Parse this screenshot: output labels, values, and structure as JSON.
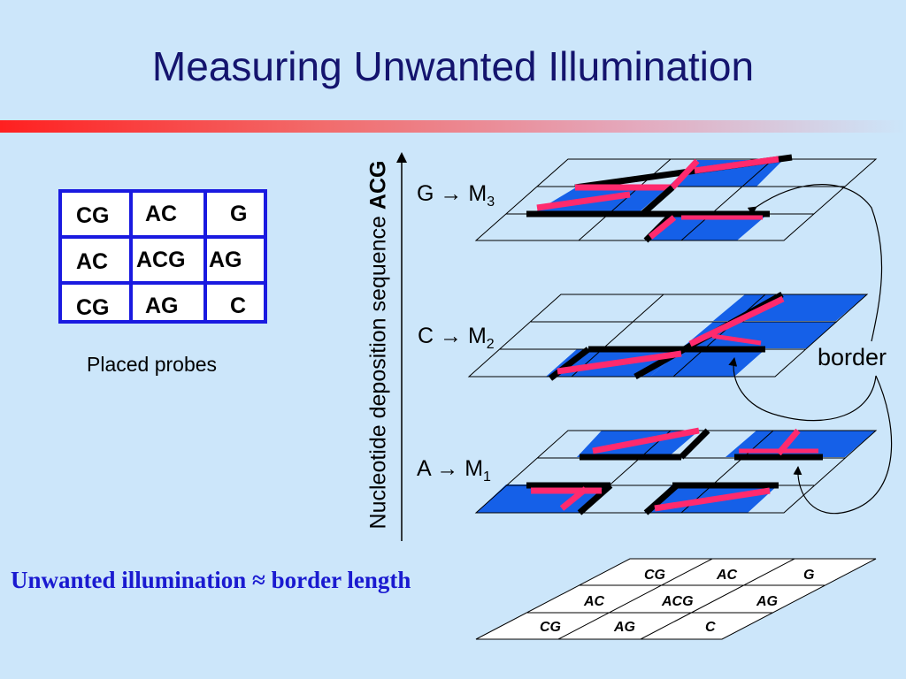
{
  "title": "Measuring Unwanted Illumination",
  "probe_grid": {
    "rows": [
      [
        "CG",
        "AC",
        "G"
      ],
      [
        "AC",
        "ACG",
        "AG"
      ],
      [
        "CG",
        "AG",
        "C"
      ]
    ]
  },
  "caption": "Placed probes",
  "axis_label": {
    "text": "Nucleotide deposition sequence ",
    "bold": "ACG"
  },
  "layers": [
    {
      "nucleotide": "G",
      "arrow": "→",
      "mask": "M",
      "sub": "3"
    },
    {
      "nucleotide": "C",
      "arrow": "→",
      "mask": "M",
      "sub": "2"
    },
    {
      "nucleotide": "A",
      "arrow": "→",
      "mask": "M",
      "sub": "1"
    }
  ],
  "border_label": "border",
  "bottom_text": "Unwanted illumination ≈ border length",
  "bottom_grid": {
    "rows": [
      [
        "CG",
        "AC",
        "G"
      ],
      [
        "AC",
        "ACG",
        "AG"
      ],
      [
        "CG",
        "AG",
        "C"
      ]
    ]
  },
  "colors": {
    "background": "#cce6fa",
    "title": "#14146e",
    "grid_blue": "#1a1ae0",
    "exposed_blue": "#1560e8",
    "border_pink": "#ff2a6e",
    "bottom_text": "#1a1ad0"
  }
}
